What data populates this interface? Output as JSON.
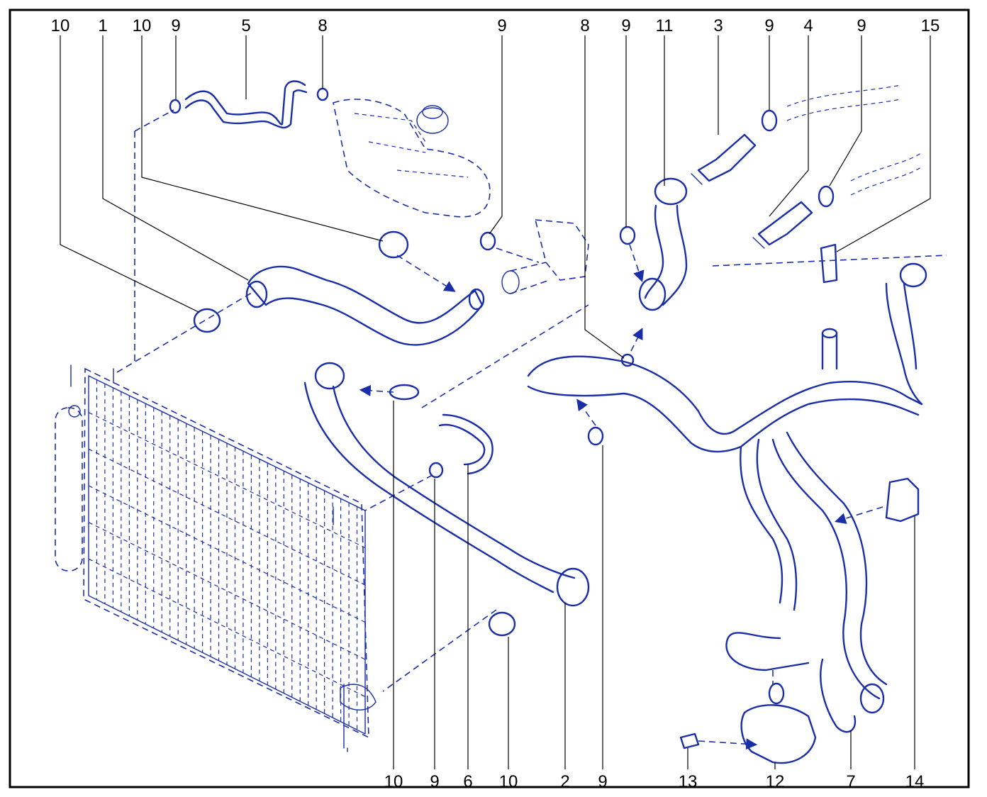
{
  "diagram": {
    "callouts_top": [
      "10",
      "1",
      "10",
      "9",
      "5",
      "8",
      "9",
      "8",
      "9",
      "11",
      "3",
      "9",
      "4",
      "9",
      "15"
    ],
    "callouts_bottom": [
      "10",
      "9",
      "6",
      "10",
      "2",
      "9",
      "13",
      "12",
      "7",
      "14"
    ]
  },
  "colors": {
    "line": "#1a2ea8",
    "text": "#000000",
    "background": "#ffffff"
  }
}
